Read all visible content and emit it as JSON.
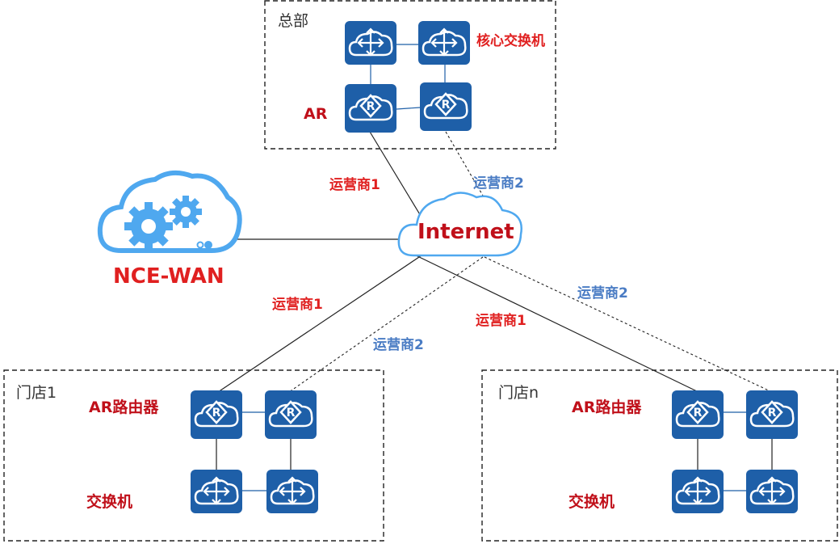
{
  "hq": {
    "title": "总部",
    "core_switch_label": "核心交换机",
    "ar_label": "AR"
  },
  "controller": {
    "label": "NCE-WAN"
  },
  "internet": {
    "label": "Internet"
  },
  "links": {
    "hq_isp1": "运营商1",
    "hq_isp2": "运营商2",
    "store1_isp1": "运营商1",
    "store1_isp2": "运营商2",
    "storen_isp1": "运营商1",
    "storen_isp2": "运营商2"
  },
  "store1": {
    "title": "门店1",
    "router_label": "AR路由器",
    "switch_label": "交换机"
  },
  "storen": {
    "title": "门店n",
    "router_label": "AR路由器",
    "switch_label": "交换机"
  },
  "colors": {
    "device_blue": "#1e5fa8",
    "cloud_blue": "#4fa8ef",
    "label_red": "#e02020",
    "label_blue": "#4a7cc4"
  }
}
